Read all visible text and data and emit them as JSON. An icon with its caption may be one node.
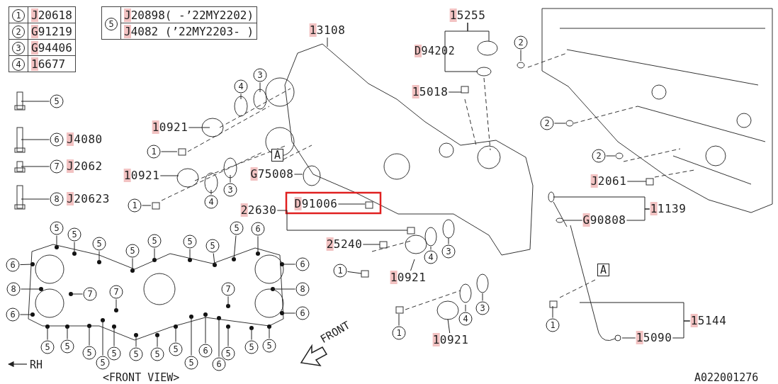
{
  "diagram": {
    "nodes": [
      {
        "text": [
          "5"
        ]
      },
      {
        "text": [
          "6"
        ],
        "beside": [
          "J4080"
        ]
      },
      {
        "text": [
          "7"
        ],
        "beside": [
          "J2062"
        ]
      },
      {
        "text": [
          "8"
        ],
        "beside": [
          "J20623"
        ]
      },
      {
        "text": [
          "10921"
        ]
      },
      {
        "text": [
          "4"
        ]
      },
      {
        "text": [
          "3"
        ]
      },
      {
        "text": [
          "1"
        ]
      },
      {
        "text": [
          "10921"
        ]
      },
      {
        "text": [
          "4"
        ]
      },
      {
        "text": [
          "3"
        ]
      },
      {
        "text": [
          "1"
        ]
      },
      {
        "text": [
          "13108"
        ]
      },
      {
        "text": [
          "G75008"
        ]
      },
      {
        "text": [
          "D91006"
        ]
      },
      {
        "text": [
          "22630"
        ]
      },
      {
        "text": [
          "25240"
        ]
      },
      {
        "text": [
          "1"
        ]
      },
      {
        "text": [
          "10921"
        ]
      },
      {
        "text": [
          "4"
        ]
      },
      {
        "text": [
          "3"
        ]
      },
      {
        "text": [
          "1"
        ]
      },
      {
        "text": [
          "10921"
        ]
      },
      {
        "text": [
          "4"
        ]
      },
      {
        "text": [
          "3"
        ]
      },
      {
        "text": [
          "15255"
        ]
      },
      {
        "text": [
          "15018"
        ]
      },
      {
        "text": [
          "2"
        ]
      },
      {
        "text": [
          "2"
        ]
      },
      {
        "text": [
          "2"
        ]
      },
      {
        "text": [
          "J2061"
        ]
      },
      {
        "text": [
          "11139"
        ]
      },
      {
        "text": [
          "G90808"
        ]
      },
      {
        "text": [
          "15144"
        ]
      },
      {
        "text": [
          "15090"
        ]
      },
      {
        "text": [
          "1"
        ]
      },
      {
        "text": [
          "5"
        ]
      },
      {
        "text": [
          "5"
        ]
      },
      {
        "text": [
          "5"
        ]
      },
      {
        "text": [
          "5"
        ]
      },
      {
        "text": [
          "5"
        ]
      },
      {
        "text": [
          "5"
        ]
      },
      {
        "text": [
          "5"
        ]
      },
      {
        "text": [
          "5"
        ]
      },
      {
        "text": [
          "6"
        ]
      },
      {
        "text": [
          "6"
        ]
      },
      {
        "text": [
          "8"
        ]
      },
      {
        "text": [
          "6"
        ]
      },
      {
        "text": [
          "7"
        ]
      },
      {
        "text": [
          "7"
        ]
      },
      {
        "text": [
          "7"
        ]
      },
      {
        "text": [
          "6"
        ]
      },
      {
        "text": [
          "8"
        ]
      },
      {
        "text": [
          "6"
        ]
      },
      {
        "text": [
          "5"
        ]
      },
      {
        "text": [
          "5"
        ]
      },
      {
        "text": [
          "5"
        ]
      },
      {
        "text": [
          "5"
        ]
      },
      {
        "text": [
          "5"
        ]
      },
      {
        "text": [
          "5"
        ]
      },
      {
        "text": [
          "5"
        ]
      },
      {
        "text": [
          "5"
        ]
      },
      {
        "text": [
          "5"
        ]
      },
      {
        "text": [
          "6"
        ]
      },
      {
        "text": [
          "6"
        ]
      },
      {
        "text": [
          "5"
        ]
      },
      {
        "text": [
          "5"
        ]
      },
      {
        "text": [
          "5"
        ]
      }
    ],
    "edges": [
      {
        "from": 0,
        "to": null,
        "arrow": "none"
      },
      {
        "from": 1,
        "to": null,
        "arrow": "none"
      },
      {
        "from": 2,
        "to": null,
        "arrow": "none"
      },
      {
        "from": 3,
        "to": null,
        "arrow": "none"
      },
      {
        "from": 4,
        "to": null,
        "arrow": "none"
      },
      {
        "from": 5,
        "to": null,
        "arrow": "none"
      },
      {
        "from": 6,
        "to": null,
        "arrow": "none"
      },
      {
        "from": 7,
        "to": null,
        "arrow": "none"
      },
      {
        "from": 8,
        "to": null,
        "arrow": "none"
      },
      {
        "from": 9,
        "to": null,
        "arrow": "none"
      },
      {
        "from": 10,
        "to": null,
        "arrow": "none"
      },
      {
        "from": 11,
        "to": null,
        "arrow": "none"
      },
      {
        "from": 12,
        "to": null,
        "arrow": "none"
      },
      {
        "from": 13,
        "to": null,
        "arrow": "none"
      },
      {
        "from": 14,
        "to": null,
        "arrow": "none"
      },
      {
        "from": 15,
        "to": null,
        "arrow": "none"
      },
      {
        "from": 16,
        "to": null,
        "arrow": "none"
      },
      {
        "from": 17,
        "to": null,
        "arrow": "none"
      },
      {
        "from": 18,
        "to": null,
        "arrow": "none"
      },
      {
        "from": 19,
        "to": null,
        "arrow": "none"
      },
      {
        "from": 20,
        "to": null,
        "arrow": "none"
      },
      {
        "from": 21,
        "to": null,
        "arrow": "none"
      },
      {
        "from": 22,
        "to": null,
        "arrow": "none"
      },
      {
        "from": 23,
        "to": null,
        "arrow": "none"
      },
      {
        "from": 24,
        "to": null,
        "arrow": "none"
      },
      {
        "from": 25,
        "to": null,
        "arrow": "none"
      },
      {
        "from": 25,
        "to": null,
        "arrow": "none"
      },
      {
        "from": 26,
        "to": null,
        "arrow": "none"
      },
      {
        "from": 27,
        "to": null,
        "arrow": "none"
      },
      {
        "from": 28,
        "to": null,
        "arrow": "none"
      },
      {
        "from": 29,
        "to": null,
        "arrow": "none"
      },
      {
        "from": 30,
        "to": null,
        "arrow": "none"
      },
      {
        "from": 31,
        "to": null,
        "arrow": "none"
      },
      {
        "from": 31,
        "to": 32,
        "arrow": "none"
      },
      {
        "from": 32,
        "to": null,
        "arrow": "none"
      },
      {
        "from": 33,
        "to": null,
        "arrow": "none"
      },
      {
        "from": 33,
        "to": 34,
        "arrow": "none"
      },
      {
        "from": 34,
        "to": null,
        "arrow": "none"
      },
      {
        "from": 35,
        "to": null,
        "arrow": "none"
      },
      {
        "from": 36,
        "to": null,
        "arrow": "none"
      },
      {
        "from": 37,
        "to": null,
        "arrow": "none"
      },
      {
        "from": 38,
        "to": null,
        "arrow": "none"
      },
      {
        "from": 39,
        "to": null,
        "arrow": "none"
      },
      {
        "from": 40,
        "to": null,
        "arrow": "none"
      },
      {
        "from": 41,
        "to": null,
        "arrow": "none"
      },
      {
        "from": 42,
        "to": null,
        "arrow": "none"
      },
      {
        "from": 43,
        "to": null,
        "arrow": "none"
      },
      {
        "from": 44,
        "to": null,
        "arrow": "none"
      },
      {
        "from": 45,
        "to": null,
        "arrow": "none"
      },
      {
        "from": 46,
        "to": null,
        "arrow": "none"
      },
      {
        "from": 47,
        "to": null,
        "arrow": "none"
      },
      {
        "from": 48,
        "to": null,
        "arrow": "none"
      },
      {
        "from": 49,
        "to": null,
        "arrow": "none"
      },
      {
        "from": 50,
        "to": null,
        "arrow": "none"
      },
      {
        "from": 51,
        "to": null,
        "arrow": "none"
      },
      {
        "from": 52,
        "to": null,
        "arrow": "none"
      },
      {
        "from": 53,
        "to": null,
        "arrow": "none"
      },
      {
        "from": 54,
        "to": null,
        "arrow": "none"
      },
      {
        "from": 55,
        "to": null,
        "arrow": "none"
      },
      {
        "from": 56,
        "to": null,
        "arrow": "none"
      },
      {
        "from": 57,
        "to": null,
        "arrow": "none"
      },
      {
        "from": 58,
        "to": null,
        "arrow": "none"
      },
      {
        "from": 59,
        "to": null,
        "arrow": "none"
      },
      {
        "from": 60,
        "to": null,
        "arrow": "none"
      },
      {
        "from": 61,
        "to": null,
        "arrow": "none"
      },
      {
        "from": 62,
        "to": null,
        "arrow": "none"
      },
      {
        "from": 63,
        "to": null,
        "arrow": "none"
      },
      {
        "from": 64,
        "to": null,
        "arrow": "none"
      },
      {
        "from": 65,
        "to": null,
        "arrow": "none"
      },
      {
        "from": 66,
        "to": null,
        "arrow": "none"
      },
      {
        "from": 67,
        "to": null,
        "arrow": "none"
      }
    ],
    "labels": [
      "1",
      "J20618",
      "2",
      "G91219",
      "3",
      "G94406",
      "4",
      "16677",
      "5",
      "J20898( -’22MY2202)",
      "J4082 (’22MY2203- )",
      "D94202",
      "A",
      "A",
      "RH",
      "<FRONT VIEW>",
      "FRONT",
      "A022001276"
    ]
  }
}
